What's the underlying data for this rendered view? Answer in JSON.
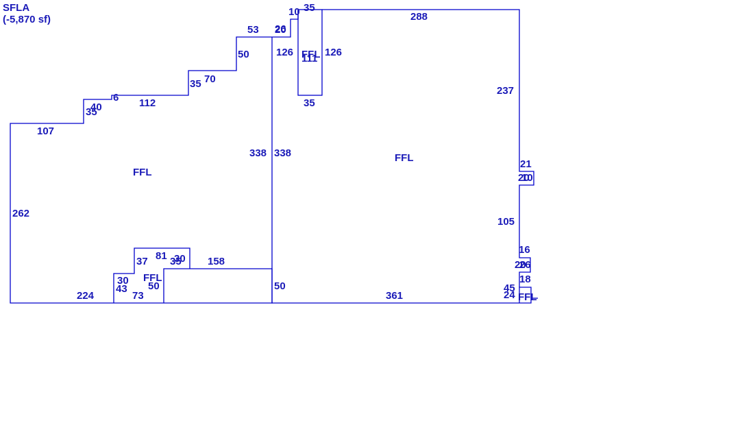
{
  "header": {
    "title": "SFLA",
    "subtitle": "(-5,870 sf)"
  },
  "colors": {
    "line": "#0000cc",
    "text": "#1a1ab8",
    "background": "#ffffff"
  },
  "areas": {
    "left": "FFL",
    "right": "FFL",
    "small_top": "FFL",
    "small_top_overlay": "111",
    "small_bottom_left": "FFL",
    "small_bottom_right": "FFL"
  },
  "dims": {
    "d_10": "10",
    "d_35_top": "35",
    "d_288": "288",
    "d_53": "53",
    "d_26": "26",
    "d_20": "20",
    "d_126_left": "126",
    "d_126_right": "126",
    "d_50_step": "50",
    "d_237": "237",
    "d_35_box": "35",
    "d_35_step": "35",
    "d_70": "70",
    "d_6": "6",
    "d_112": "112",
    "d_40": "40",
    "d_35_small": "35",
    "d_107": "107",
    "d_338_left": "338",
    "d_338_right": "338",
    "d_21": "21",
    "d_20_nub": "20",
    "d_10_nub": "10",
    "d_262": "262",
    "d_105": "105",
    "d_16": "16",
    "d_20_nub2": "20",
    "d_26_nub2": "26",
    "d_18": "18",
    "d_81": "81",
    "d_30_a": "30",
    "d_37": "37",
    "d_35_c": "35",
    "d_158": "158",
    "d_30_b": "30",
    "d_50_c": "50",
    "d_43": "43",
    "d_45": "45",
    "d_224": "224",
    "d_73": "73",
    "d_50_bottom": "50",
    "d_361": "361",
    "d_24": "24"
  }
}
